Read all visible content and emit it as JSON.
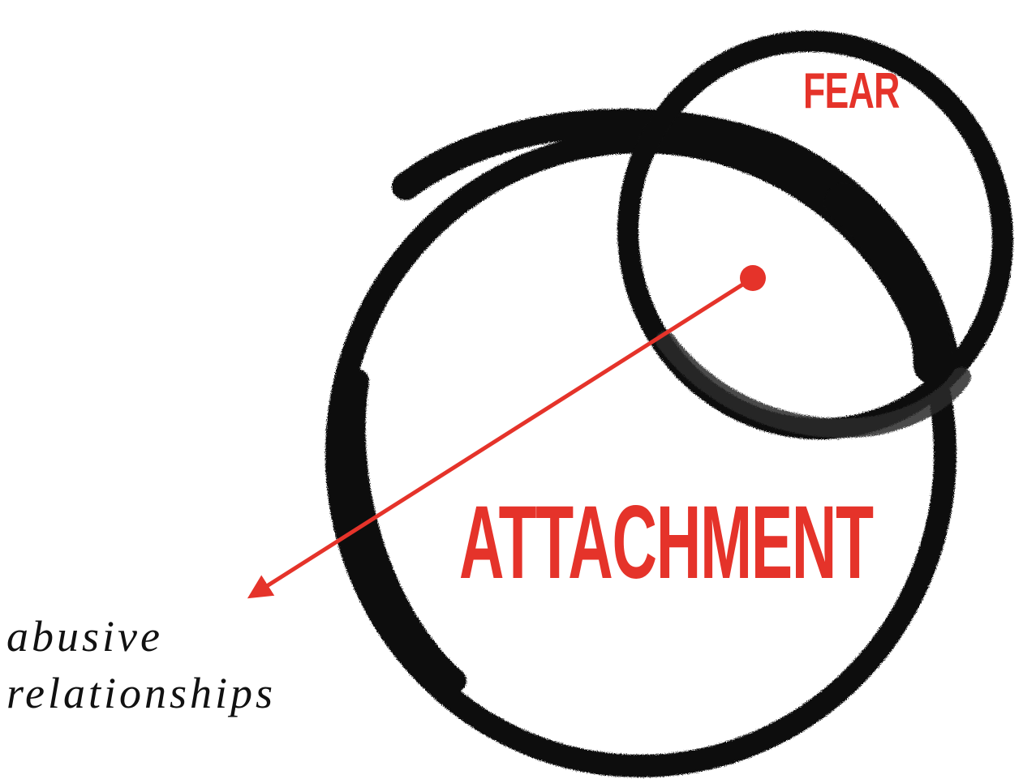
{
  "diagram": {
    "labels": {
      "fear": "FEAR",
      "attachment": "ATTACHMENT",
      "outcome_line1": "abusive",
      "outcome_line2": "relationships"
    },
    "colors": {
      "accent": "#e5332a",
      "ink": "#111111",
      "background": "#ffffff"
    }
  }
}
